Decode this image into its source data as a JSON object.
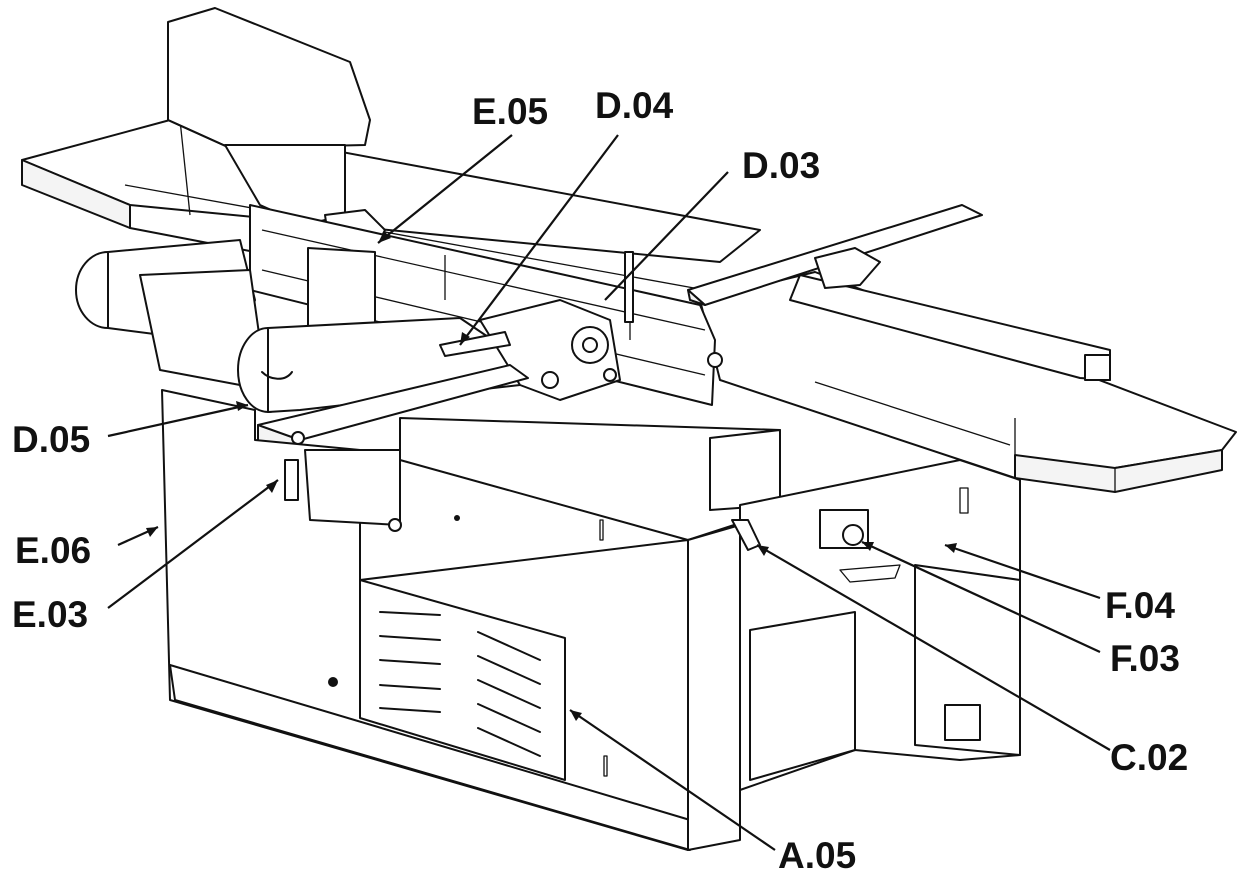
{
  "callouts": [
    {
      "id": "E.05",
      "label": "E.05"
    },
    {
      "id": "D.04",
      "label": "D.04"
    },
    {
      "id": "D.03",
      "label": "D.03"
    },
    {
      "id": "D.05",
      "label": "D.05"
    },
    {
      "id": "E.06",
      "label": "E.06"
    },
    {
      "id": "E.03",
      "label": "E.03"
    },
    {
      "id": "F.04",
      "label": "F.04"
    },
    {
      "id": "F.03",
      "label": "F.03"
    },
    {
      "id": "C.02",
      "label": "C.02"
    },
    {
      "id": "A.05",
      "label": "A.05"
    }
  ],
  "colors": {
    "line": "#111111",
    "background": "#ffffff"
  }
}
